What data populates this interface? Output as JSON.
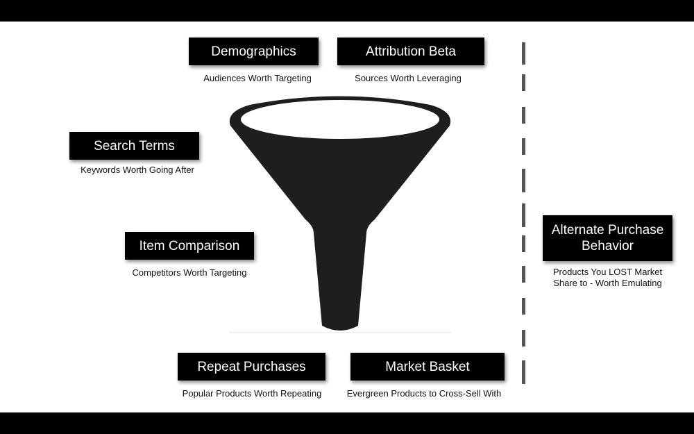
{
  "items": {
    "demographics": {
      "title": "Demographics",
      "subtitle": "Audiences Worth Targeting"
    },
    "attribution": {
      "title": "Attribution Beta",
      "subtitle": "Sources Worth Leveraging"
    },
    "search_terms": {
      "title": "Search Terms",
      "subtitle": "Keywords Worth Going After"
    },
    "item_comparison": {
      "title": "Item Comparison",
      "subtitle": "Competitors Worth Targeting"
    },
    "repeat_purchases": {
      "title": "Repeat Purchases",
      "subtitle": "Popular Products Worth Repeating"
    },
    "market_basket": {
      "title": "Market Basket",
      "subtitle": "Evergreen Products to Cross-Sell With"
    },
    "alternate_purchase": {
      "title": "Alternate Purchase Behavior",
      "subtitle": "Products You LOST Market Share to - Worth Emulating"
    }
  },
  "colors": {
    "box_fill": "#000000",
    "box_text": "#ffffff",
    "funnel": "#1e1e1e",
    "funnel_mouth": "#ffffff",
    "divider": "#555555",
    "background": "#ffffff",
    "letterbox": "#000000"
  }
}
